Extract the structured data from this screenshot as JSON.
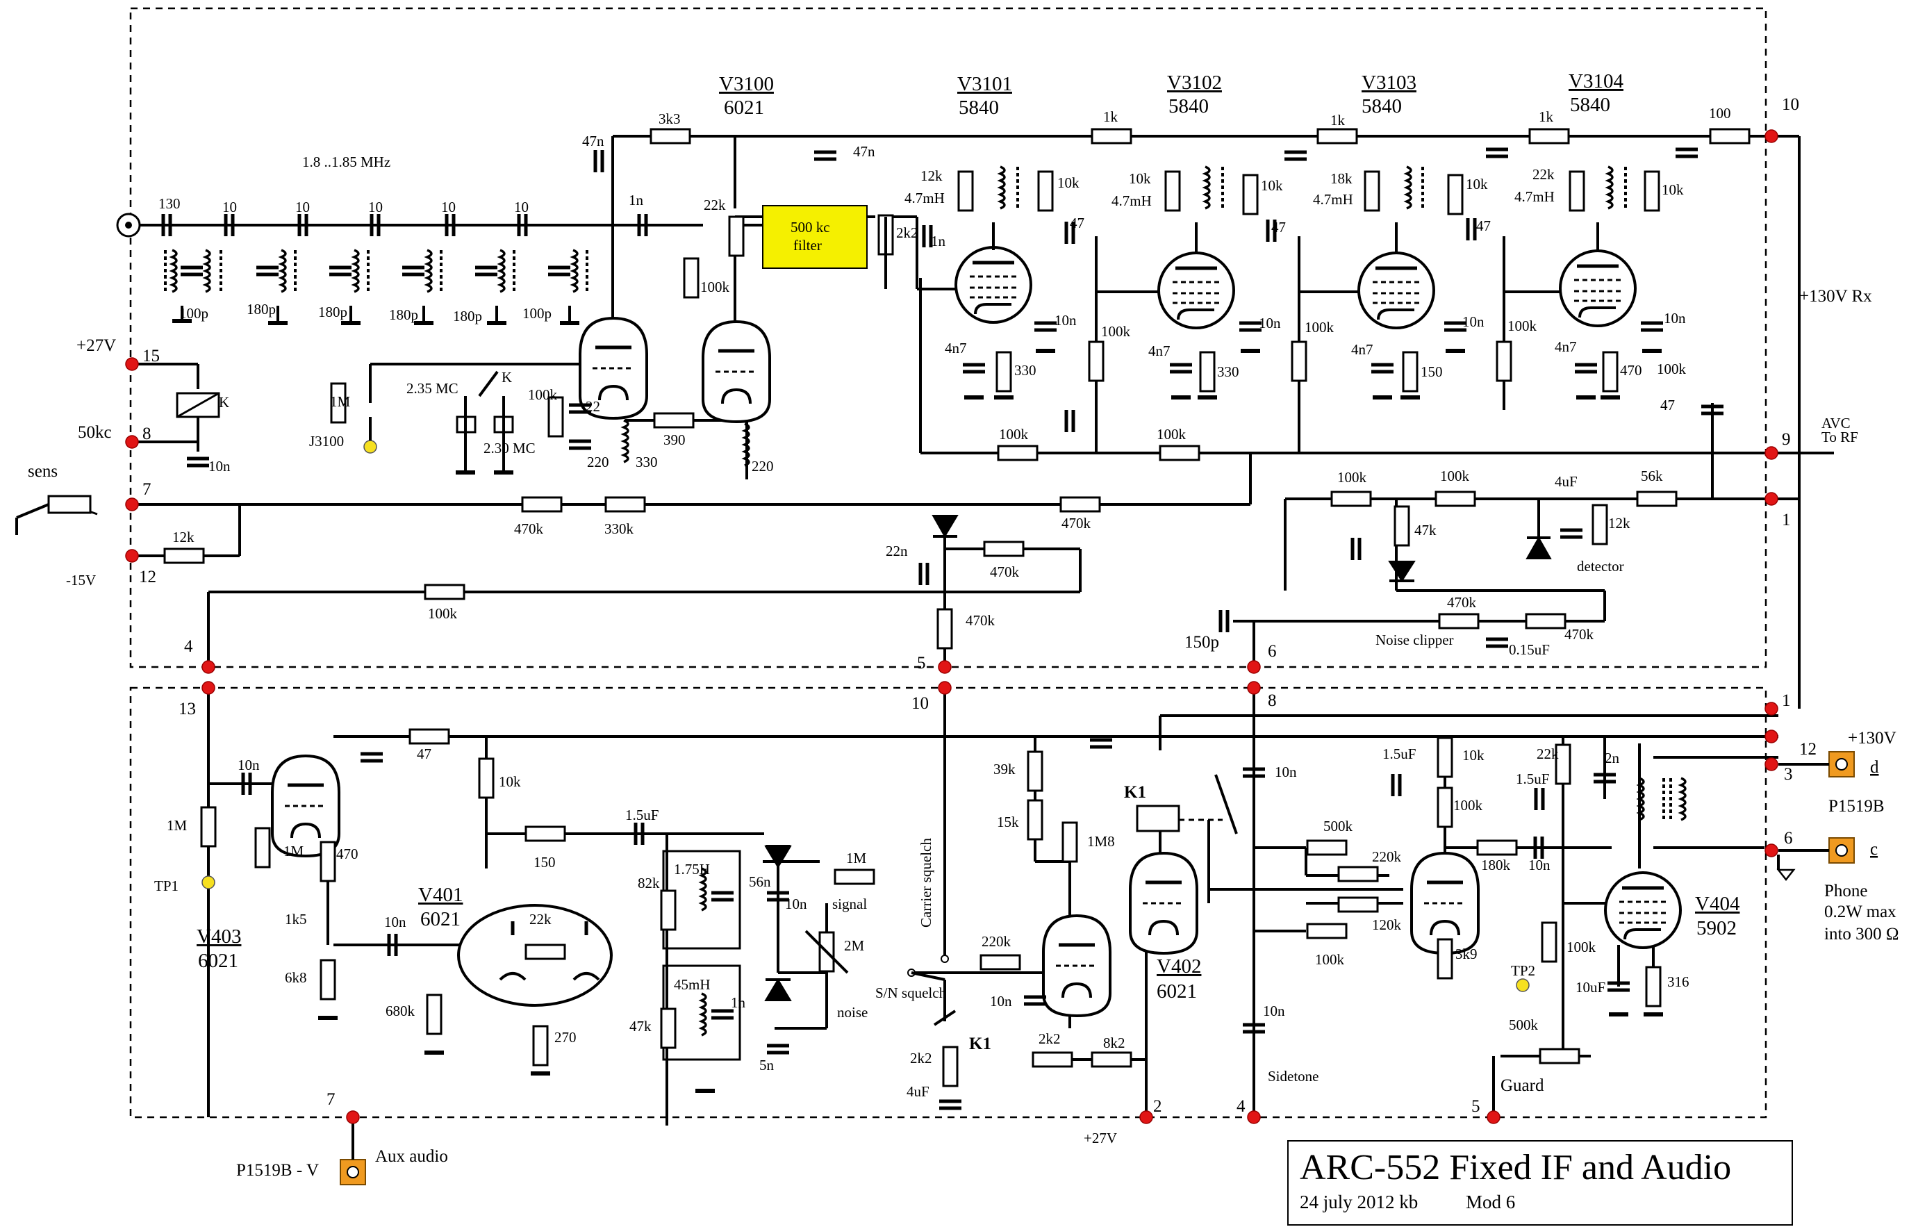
{
  "title": {
    "main": "ARC-552 Fixed IF and Audio",
    "date": "24 july  2012 kb",
    "mod": "Mod 6"
  },
  "tubes": {
    "v3100": {
      "ref": "V3100",
      "type": "6021"
    },
    "v3101": {
      "ref": "V3101",
      "type": "5840"
    },
    "v3102": {
      "ref": "V3102",
      "type": "5840"
    },
    "v3103": {
      "ref": "V3103",
      "type": "5840"
    },
    "v3104": {
      "ref": "V3104",
      "type": "5840"
    },
    "v401": {
      "ref": "V401",
      "type": "6021"
    },
    "v402": {
      "ref": "V402",
      "type": "6021"
    },
    "v403": {
      "ref": "V403",
      "type": "6021"
    },
    "v404": {
      "ref": "V404",
      "type": "5902"
    }
  },
  "filter": {
    "line1": "500 kc",
    "line2": "filter",
    "color": "#f5f000"
  },
  "freq": "1.8 ..1.85  MHz",
  "pins": {
    "p10a": "10",
    "p9": "9",
    "p1a": "1",
    "p15": "15",
    "p8a": "8",
    "p7a": "7",
    "p12a": "12",
    "p4a": "4",
    "p5": "5",
    "p6": "6",
    "p13": "13",
    "p10b": "10",
    "p8b": "8",
    "p1b": "1",
    "p12b": "12",
    "p3": "3",
    "p6b": "6",
    "p7b": "7",
    "p2": "2",
    "p4b": "4",
    "p5b": "5"
  },
  "supply": {
    "plus27": "+27V",
    "kc50": "50kc",
    "sens": "sens",
    "minus15": "-15V",
    "rx130": "+130V Rx",
    "plus130": "+130V",
    "avc1": "AVC",
    "avc2": "To RF",
    "plus27b": "+27V"
  },
  "connectors": {
    "d": "d",
    "c": "c",
    "p1519b": "P1519B",
    "p1519b_v": "P1519B - V",
    "aux": "Aux audio",
    "phone1": "Phone",
    "phone2": "0.2W max",
    "phone3": "into 300 Ω"
  },
  "labels": {
    "c130": "130",
    "c10a": "10",
    "c10b": "10",
    "c10c": "10",
    "c10d": "10",
    "c10e": "10",
    "c100pa": "100p",
    "c180pa": "180p",
    "c180pb": "180p",
    "c180pc": "180p",
    "c180pd": "180p",
    "c100pb": "100p",
    "c47na": "47n",
    "r3k3": "3k3",
    "c1na": "1n",
    "r22ka": "22k",
    "r100ka": "100k",
    "r2k2a": "2k2",
    "c1nb": "1n",
    "c47nb": "47n",
    "r1ka": "1k",
    "r1kb": "1k",
    "r1kc": "1k",
    "r100a": "100",
    "r12ka": "12k",
    "l47a": "4.7mH",
    "r10ka": "10k",
    "c47a": "47",
    "c10na": "10n",
    "c4n7a": "4n7",
    "r330a": "330",
    "r10kb": "10k",
    "l47b": "4.7mH",
    "r10kc": "10k",
    "c47b": "47",
    "c10nb": "10n",
    "c4n7b": "4n7",
    "r330b": "330",
    "r18k": "18k",
    "l47c": "4.7mH",
    "r10kd": "10k",
    "c47c": "47",
    "c10nc": "10n",
    "c4n7c": "4n7",
    "r150a": "150",
    "r22kb": "22k",
    "l47d": "4.7mH",
    "r10ke": "10k",
    "c10nd": "10n",
    "c4n7d": "4n7",
    "r470a": "470",
    "r100kb": "100k",
    "r100kc": "100k",
    "r100kd": "100k",
    "r100ke": "100k",
    "c47d": "47",
    "r100kf": "100k",
    "r100kg": "100k",
    "k1": "K",
    "c10ne": "10n",
    "r1ma": "1M",
    "j3100": "J3100",
    "mc235": "2.35 MC",
    "mc230": "2.30 MC",
    "k2": "K",
    "r100kh": "100k",
    "c22": "22",
    "c220a": "220",
    "r330c": "330",
    "r390": "390",
    "l220": "220",
    "r470ka": "470k",
    "r330k": "330k",
    "r470kb": "470k",
    "r12kb": "12k",
    "c22n": "22n",
    "r470kc": "470k",
    "r100ki": "100k",
    "r470kd": "470k",
    "r100kj": "100k",
    "r100kk": "100k",
    "c4uf": "4uF",
    "r56k": "56k",
    "r47ka": "47k",
    "r12kc": "12k",
    "detector": "detector",
    "r470ke": "470k",
    "noise": "Noise clipper",
    "r470kf": "470k",
    "c015": "0.15uF",
    "c150p": "150p",
    "c10nf": "10n",
    "r1mb": "1M",
    "tp1": "TP1",
    "r47": "47",
    "r10kf": "10k",
    "r1mc": "1M",
    "r470b": "470",
    "r1k5": "1k5",
    "r6k8": "6k8",
    "c10ng": "10n",
    "r680k": "680k",
    "r150b": "150",
    "r22kc": "22k",
    "r270": "270",
    "c15uf": "1.5uF",
    "l175": "1.75H",
    "r82k": "82k",
    "c56n": "56n",
    "r1md": "1M",
    "c10nh": "10n",
    "signal": "signal",
    "r2m": "2M",
    "noisel": "noise",
    "l45": "45mH",
    "r47kb": "47k",
    "c1nc": "1n",
    "c5n": "5n",
    "carrier": "Carrier squelch",
    "sn": "S/N squelch",
    "k1b": "K1",
    "r2k2b": "2k2",
    "c4ufb": "4uF",
    "r39k": "39k",
    "r15k": "15k",
    "r1m8": "1M8",
    "r220ka": "220k",
    "c10ni": "10n",
    "r2k2c": "2k2",
    "r8k2": "8k2",
    "k1c": "K1",
    "c10nj": "10n",
    "r500ka": "500k",
    "r220kb": "220k",
    "r120k": "120k",
    "r100kl": "100k",
    "c10nk": "10n",
    "sidetone": "Sidetone",
    "c15ufb": "1.5uF",
    "r10kg": "10k",
    "r100km": "100k",
    "r180k": "180k",
    "c10nl": "10n",
    "r3k9": "3k9",
    "tp2": "TP2",
    "r500kb": "500k",
    "guard": "Guard",
    "r22kd": "22k",
    "c2n": "2n",
    "c15ufc": "1.5uF",
    "r100kn": "100k",
    "c10uf": "10uF",
    "r316": "316"
  }
}
